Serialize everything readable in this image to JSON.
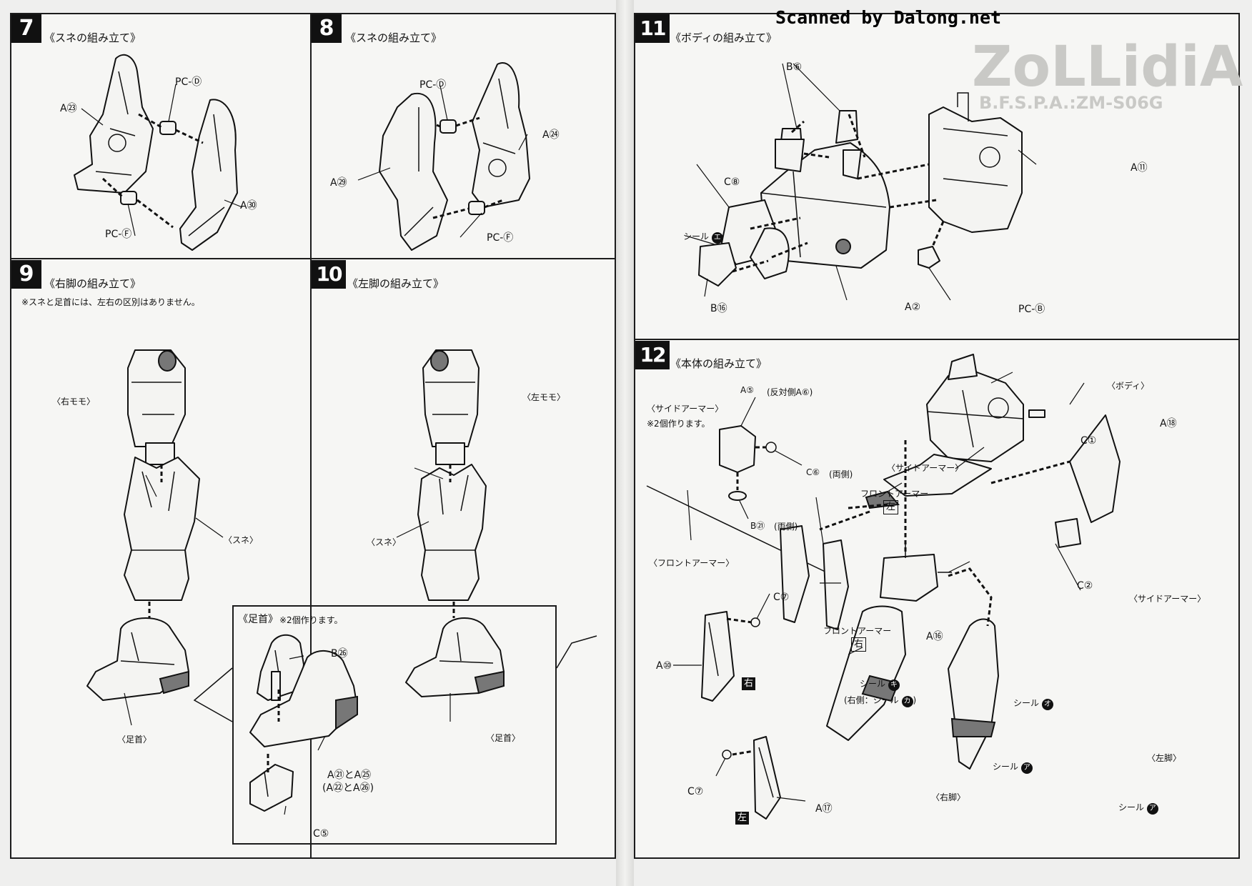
{
  "scan_credit": "Scanned by Dalong.net",
  "steps": {
    "s7": {
      "num": "7",
      "title": "《スネの組み立て》",
      "labels": {
        "a23": "A㉓",
        "pcd": "PC-Ⓓ",
        "a30": "A㉚",
        "pcf": "PC-Ⓕ"
      }
    },
    "s8": {
      "num": "8",
      "title": "《スネの組み立て》",
      "labels": {
        "pcd": "PC-Ⓓ",
        "a24": "A㉔",
        "a29": "A㉙",
        "pcf": "PC-Ⓕ"
      }
    },
    "s9": {
      "num": "9",
      "title": "《右脚の組み立て》",
      "note": "※スネと足首には、左右の区別はありません。",
      "labels": {
        "thigh": "〈右モモ〉",
        "shin": "〈スネ〉",
        "ankle": "〈足首〉"
      }
    },
    "s10": {
      "num": "10",
      "title": "《左脚の組み立て》",
      "labels": {
        "thigh": "〈左モモ〉",
        "shin": "〈スネ〉",
        "ankle": "〈足首〉"
      }
    },
    "ankle_inset": {
      "title": "《足首》",
      "note": "※2個作ります。",
      "labels": {
        "b26": "B㉖",
        "a21a25": "A㉑とA㉕",
        "a22a26": "(A㉒とA㉖)",
        "c5": "C⑤"
      }
    },
    "s11": {
      "num": "11",
      "title": "《ボディの組み立て》",
      "labels": {
        "b6": "B⑥",
        "c8": "C⑧",
        "seal_e": "シール",
        "seal_e_mark": "エ",
        "b16": "B⑯",
        "a2": "A②",
        "a11": "A⑪",
        "pcb": "PC-Ⓑ"
      }
    },
    "s12": {
      "num": "12",
      "title": "《本体の組み立て》",
      "labels": {
        "side_armor_title": "〈サイドアーマー〉",
        "side_note": "※2個作ります。",
        "a5": "A⑤",
        "a5_opp": "(反対側A⑥)",
        "c6": "C⑥",
        "c6_both": "(両側)",
        "b21": "B㉑",
        "b21_both": "(両側)",
        "front_armor_title": "〈フロントアーマー〉",
        "c7_r": "C⑦",
        "a10": "A⑩",
        "right": "右",
        "c7_l": "C⑦",
        "a17": "A⑰",
        "left": "左",
        "body": "〈ボディ〉",
        "a18": "A⑱",
        "c1": "C①",
        "side_armor_l": "〈サイドアーマー〉",
        "front_armor_l": "フロントアーマー",
        "front_left": "左",
        "front_armor_r": "フロントアーマー",
        "front_right": "右",
        "c2": "C②",
        "side_armor_r": "〈サイドアーマー〉",
        "a16": "A⑯",
        "seal_ki": "シール",
        "seal_ki_mark": "キ",
        "seal_ka_note": "(右側：シール",
        "seal_ka_mark": "カ",
        "seal_ka_close": ")",
        "seal_o": "シール",
        "seal_o_mark": "オ",
        "seal_a1": "シール",
        "seal_a1_mark": "ア",
        "left_leg": "〈左脚〉",
        "right_leg": "〈右脚〉",
        "seal_a2": "シール",
        "seal_a2_mark": "ア"
      }
    }
  }
}
